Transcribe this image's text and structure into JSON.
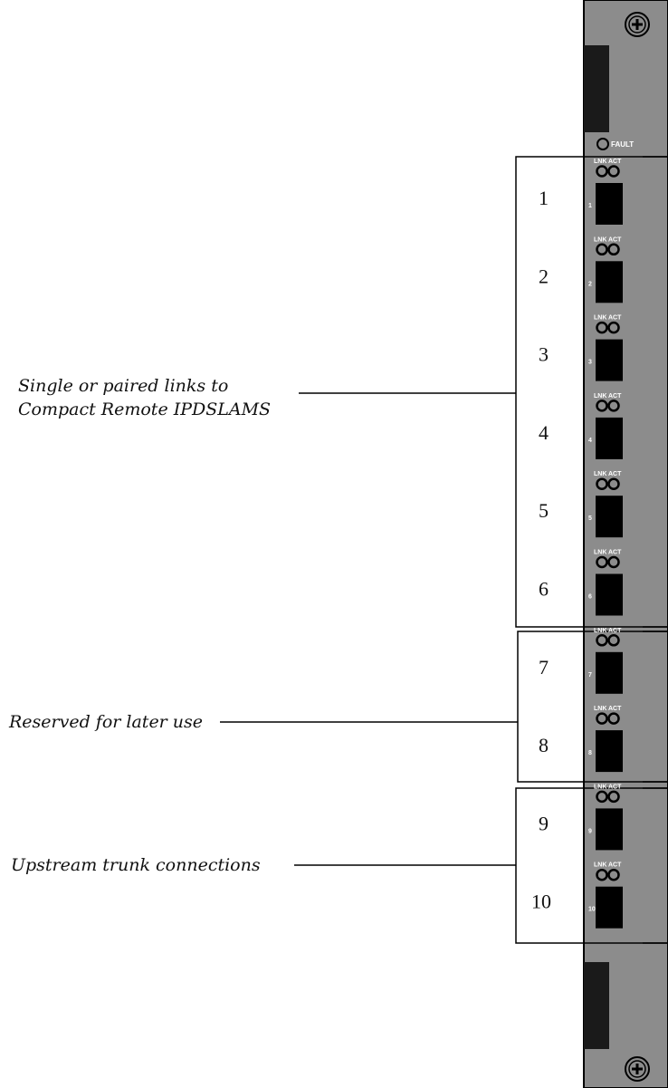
{
  "callouts": {
    "group1_line1": "Single or paired links to",
    "group1_line2": "Compact Remote IPDSLAMS",
    "group2": "Reserved for later use",
    "group3": "Upstream trunk connections"
  },
  "panel": {
    "fault_label": "FAULT",
    "lnk_label": "LNK",
    "act_label": "ACT"
  },
  "ports": [
    {
      "number": "1",
      "panel_label": "1"
    },
    {
      "number": "2",
      "panel_label": "2"
    },
    {
      "number": "3",
      "panel_label": "3"
    },
    {
      "number": "4",
      "panel_label": "4"
    },
    {
      "number": "5",
      "panel_label": "5"
    },
    {
      "number": "6",
      "panel_label": "6"
    },
    {
      "number": "7",
      "panel_label": "7"
    },
    {
      "number": "8",
      "panel_label": "8"
    },
    {
      "number": "9",
      "panel_label": "9"
    },
    {
      "number": "10",
      "panel_label": "10"
    }
  ],
  "colors": {
    "panel_fill": "#8c8c8c",
    "port_fill": "#000000",
    "line": "#000000"
  }
}
